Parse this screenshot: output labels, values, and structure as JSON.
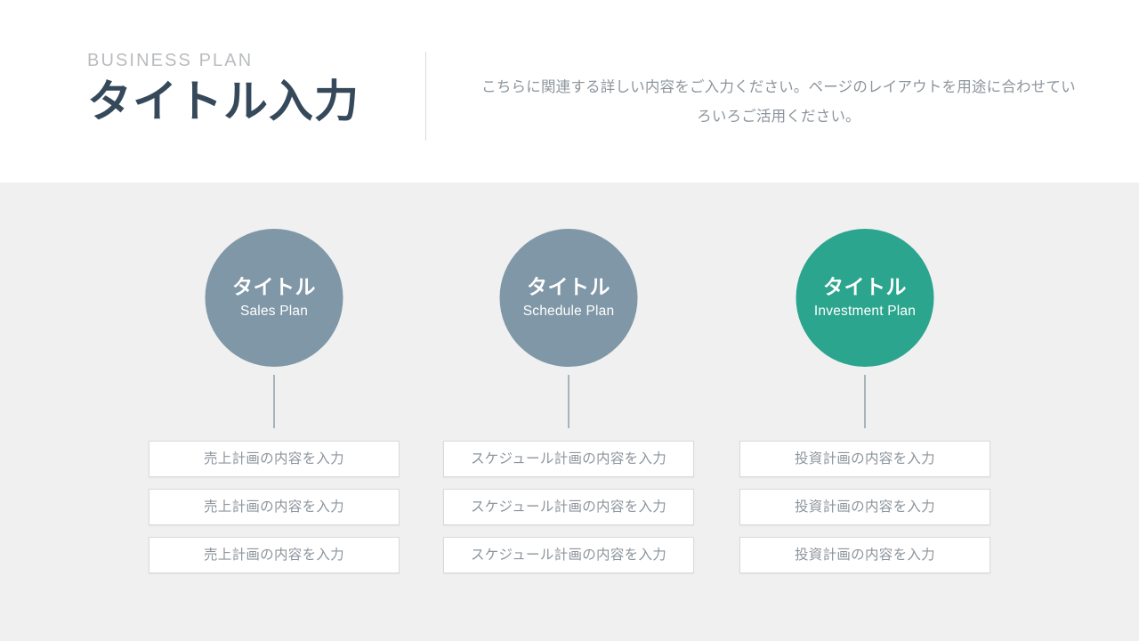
{
  "header": {
    "eyebrow": "BUSINESS PLAN",
    "title": "タイトル入力",
    "description": "こちらに関連する詳しい内容をご入力ください。ページのレイアウトを用途に合わせていろいろご活用ください。"
  },
  "colors": {
    "page_background": "#f0f0f1",
    "header_background": "#ffffff",
    "title_text": "#36495a",
    "eyebrow_text": "#b9bcbf",
    "body_text": "#8d959c",
    "circle_gray": "#7f97a6",
    "circle_teal": "#2ba58d",
    "box_border": "#d7dadd",
    "connector": "#a8b3bb",
    "divider": "#d8dadc"
  },
  "columns": [
    {
      "circle": {
        "title": "タイトル",
        "subtitle": "Sales Plan",
        "color": "#7f97a6"
      },
      "items": [
        "売上計画の内容を入力",
        "売上計画の内容を入力",
        "売上計画の内容を入力"
      ]
    },
    {
      "circle": {
        "title": "タイトル",
        "subtitle": "Schedule Plan",
        "color": "#7f97a6"
      },
      "items": [
        "スケジュール計画の内容を入力",
        "スケジュール計画の内容を入力",
        "スケジュール計画の内容を入力"
      ]
    },
    {
      "circle": {
        "title": "タイトル",
        "subtitle": "Investment Plan",
        "color": "#2ba58d"
      },
      "items": [
        "投資計画の内容を入力",
        "投資計画の内容を入力",
        "投資計画の内容を入力"
      ]
    }
  ]
}
